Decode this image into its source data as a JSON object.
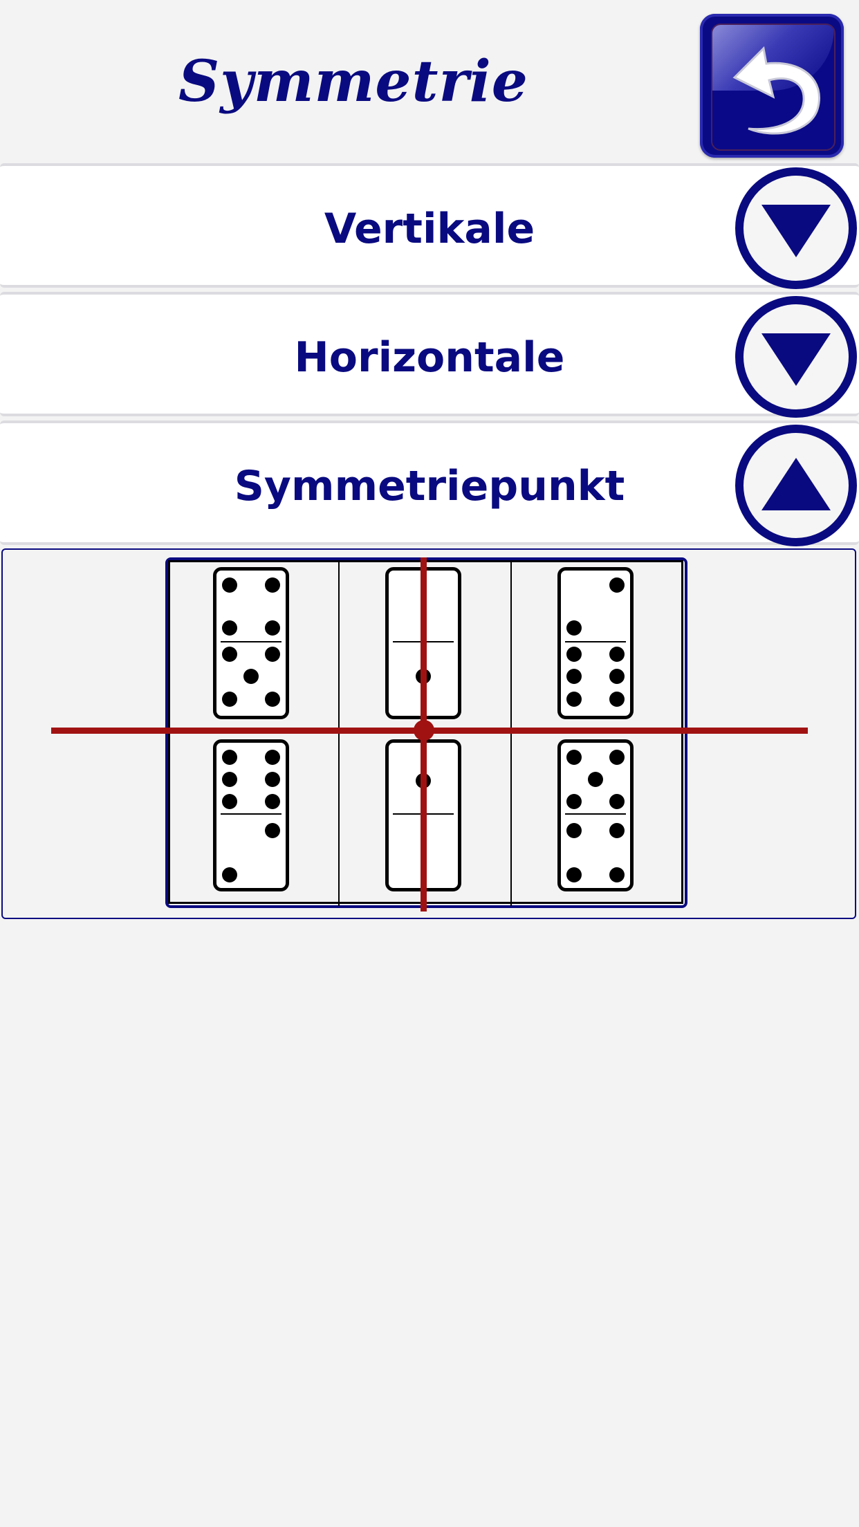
{
  "header": {
    "title": "Symmetrie"
  },
  "rows": [
    {
      "label": "Vertikale",
      "state": "collapsed"
    },
    {
      "label": "Horizontale",
      "state": "collapsed"
    },
    {
      "label": "Symmetriepunkt",
      "state": "expanded"
    }
  ],
  "colors": {
    "primary": "#0a0a80",
    "axis": "#a01212",
    "background": "#f3f3f3"
  },
  "icons": {
    "back": "undo-arrow-icon",
    "collapsed": "triangle-down-icon",
    "expanded": "triangle-up-icon"
  },
  "dominoes": [
    {
      "position": "top-left",
      "top_half": 4,
      "bottom_half": 5
    },
    {
      "position": "top-center",
      "top_half": 0,
      "bottom_half": 1
    },
    {
      "position": "top-right",
      "top_half": 2,
      "bottom_half": 6
    },
    {
      "position": "bottom-left",
      "top_half": 6,
      "bottom_half": 2
    },
    {
      "position": "bottom-center",
      "top_half": 1,
      "bottom_half": 0
    },
    {
      "position": "bottom-right",
      "top_half": 5,
      "bottom_half": 4
    }
  ]
}
